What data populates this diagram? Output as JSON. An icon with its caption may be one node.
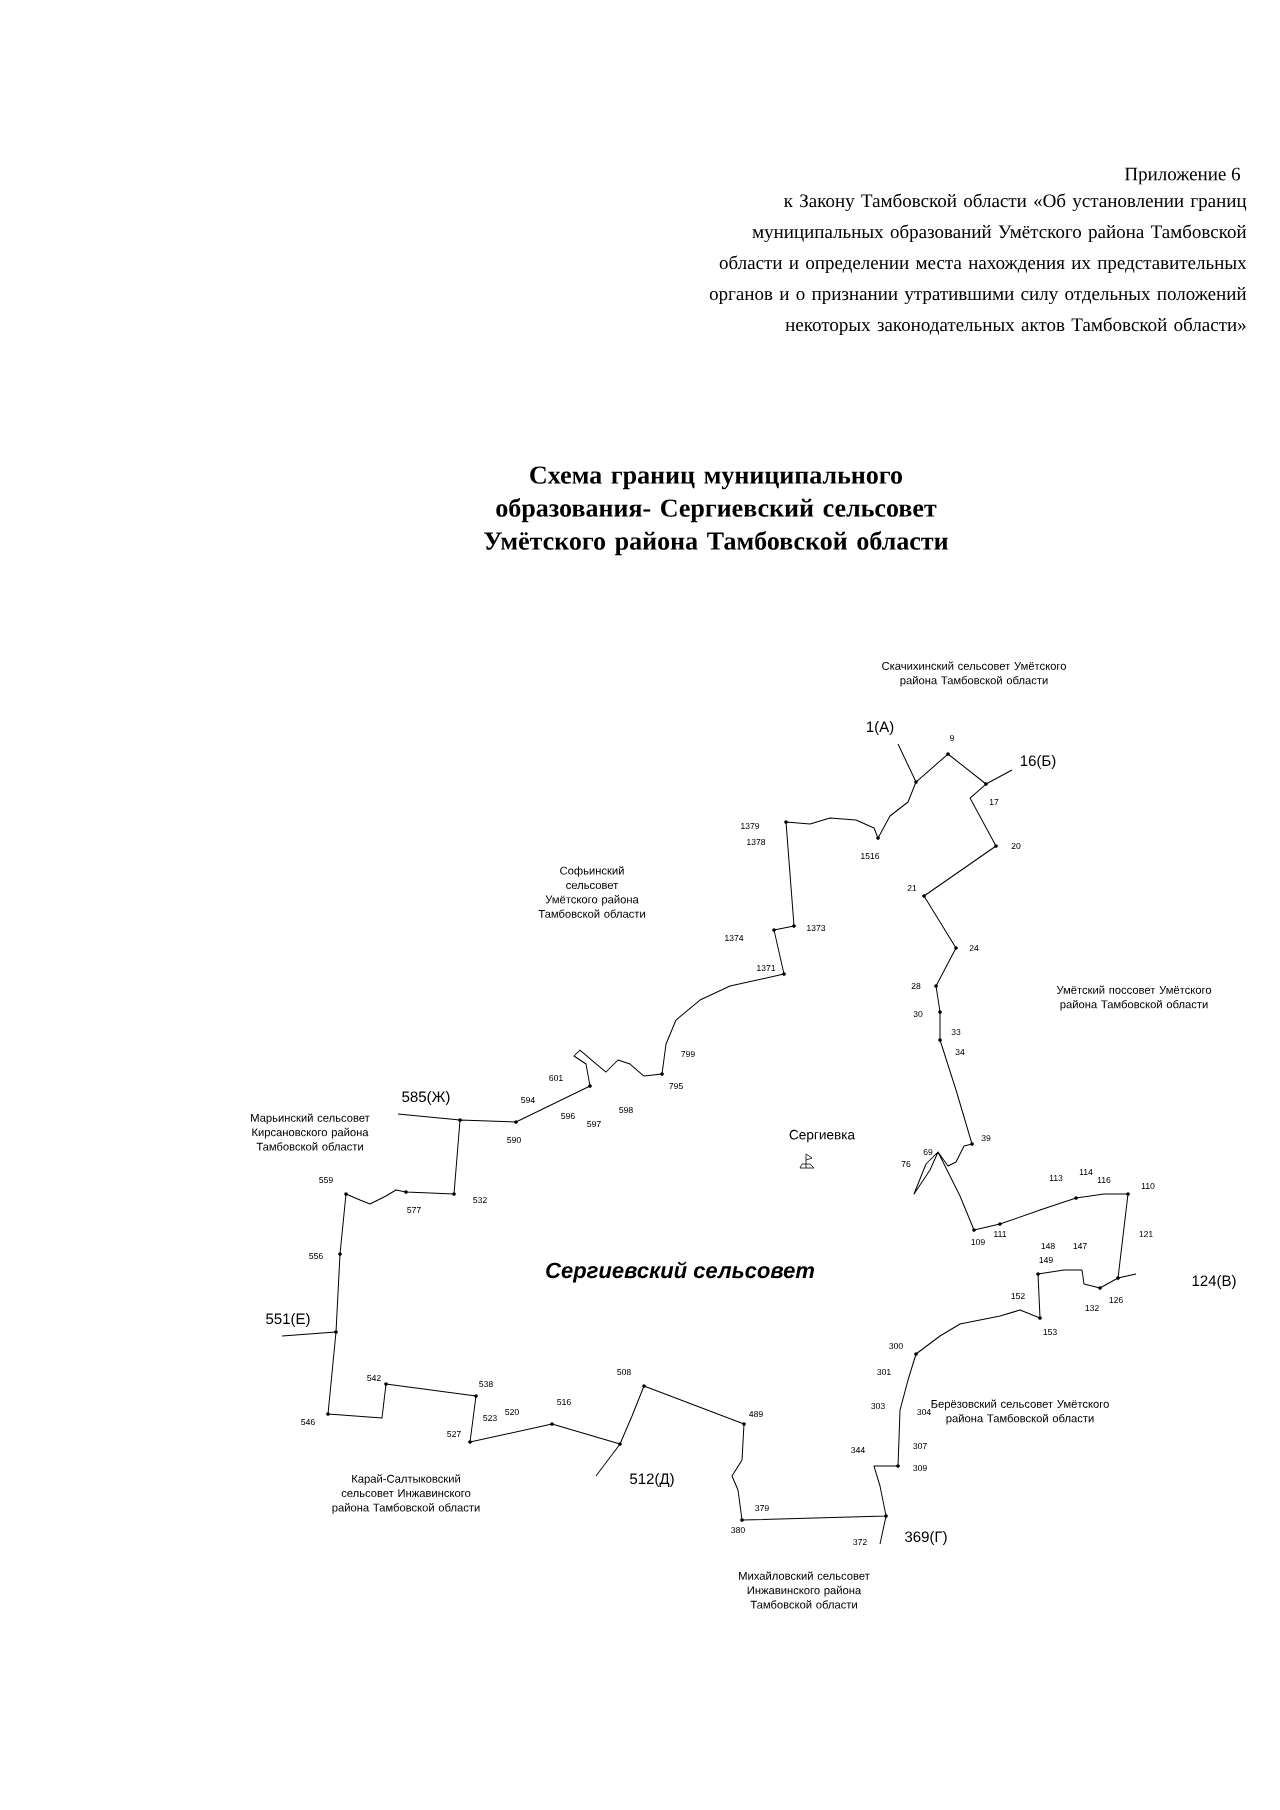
{
  "diagram": {
    "title": "Схема границ муниципального образования- Сергиевский сельсовет Умётского района Тамбовской области",
    "labels": [
      "Приложение 6",
      "к Закону Тамбовской области «Об установлении границ муниципальных образований Умётского района Тамбовской области и определении места нахождения их представительных органов и о признании утратившими силу отдельных положений некоторых законодательных актов Тамбовской области»",
      "Скачихинский сельсовет Умётского района Тамбовской области",
      "1(А)",
      "9",
      "16(Б)",
      "17",
      "1379",
      "1378",
      "1516",
      "20",
      "Софьинский сельсовет Умётского района Тамбовской области",
      "21",
      "1374",
      "1373",
      "24",
      "1371",
      "28",
      "Умётский поссовет Умётского района Тамбовской области",
      "30",
      "33",
      "34",
      "799",
      "601",
      "795",
      "594",
      "598",
      "585(Ж)",
      "596",
      "597",
      "590",
      "Марьинский сельсовет Кирсановского района Тамбовской области",
      "Сергиевка",
      "39",
      "69",
      "76",
      "559",
      "577",
      "532",
      "113",
      "114",
      "116",
      "110",
      "109",
      "111",
      "121",
      "148",
      "147",
      "149",
      "Сергиевский сельсовет",
      "556",
      "124(В)",
      "152",
      "126",
      "132",
      "153",
      "551(Е)",
      "300",
      "508",
      "301",
      "542",
      "538",
      "Берёзовский сельсовет Умётского района Тамбовской области",
      "516",
      "523",
      "520",
      "303",
      "304",
      "489",
      "546",
      "527",
      "307",
      "344",
      "309",
      "Карай-Салтыковский сельсовет Инжавинского района Тамбовской области",
      "512(Д)",
      "379",
      "380",
      "369(Г)",
      "372",
      "Михайловский сельсовет Инжавинского района Тамбовской области"
    ]
  }
}
